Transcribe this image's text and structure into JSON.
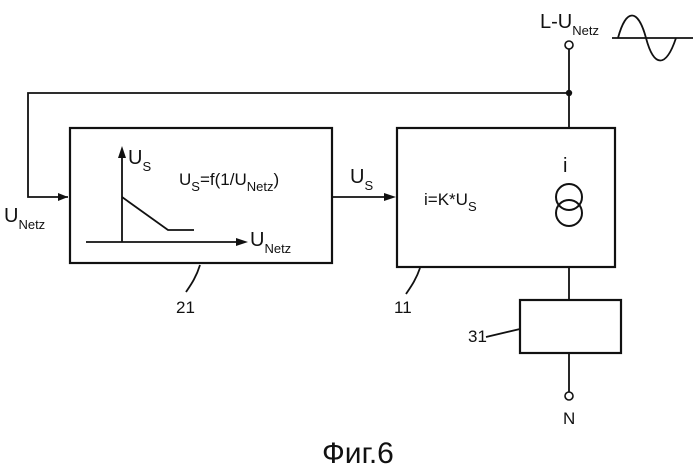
{
  "diagram": {
    "supply_label": {
      "main": "L-U",
      "sub": "Netz"
    },
    "input_label": {
      "main": "U",
      "sub": "Netz"
    },
    "block_21": {
      "ref": "21",
      "y_axis": {
        "main": "U",
        "sub": "S"
      },
      "x_axis": {
        "main": "U",
        "sub": "Netz"
      },
      "formula": {
        "a": "U",
        "a_sub": "S",
        "b": "=f(1/U",
        "b_sub": "Netz",
        "c": ")"
      }
    },
    "signal_label": {
      "main": "U",
      "sub": "S"
    },
    "block_11": {
      "ref": "11",
      "formula": {
        "a": "i=K*U",
        "a_sub": "S"
      }
    },
    "current_source": {
      "label": "i"
    },
    "block_31": {
      "ref": "31"
    },
    "neutral_label": "N",
    "caption": "Фиг.6"
  }
}
